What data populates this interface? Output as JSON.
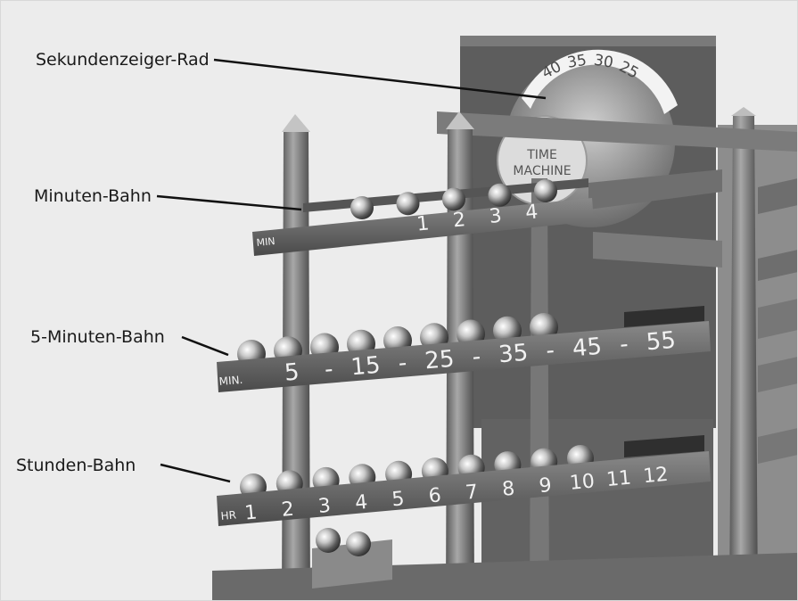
{
  "labels": {
    "second_wheel": "Sekundenzeiger-Rad",
    "minute_rail": "Minuten-Bahn",
    "five_minute_rail": "5-Minuten-Bahn",
    "hour_rail": "Stunden-Bahn"
  },
  "dial": {
    "numbers": [
      "40",
      "35",
      "30",
      "25"
    ],
    "brand_line1": "TIME",
    "brand_line2": "MACHINE"
  },
  "rails": {
    "minute": {
      "tag": "MIN",
      "numbers": [
        "1",
        "2",
        "3",
        "4"
      ],
      "ball_count": 5
    },
    "five_minute": {
      "tag": "MIN.",
      "numbers": [
        "5",
        "-",
        "15",
        "-",
        "25",
        "-",
        "35",
        "-",
        "45",
        "-",
        "55"
      ],
      "ball_count": 9
    },
    "hour": {
      "tag": "HR",
      "numbers": [
        "1",
        "2",
        "3",
        "4",
        "5",
        "6",
        "7",
        "8",
        "9",
        "10",
        "11",
        "12"
      ],
      "ball_count": 10
    }
  }
}
